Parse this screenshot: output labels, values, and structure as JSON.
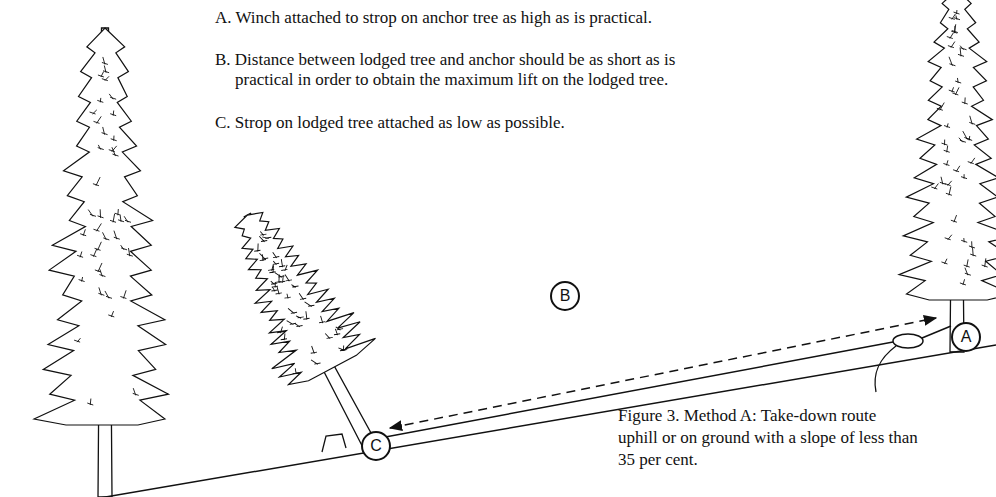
{
  "diagram": {
    "caption": "Figure 3. Method A: Take-down route uphill or on ground with a slope of less than 35 per cent.",
    "nodes": [
      {
        "text": [
          "A"
        ]
      },
      {
        "text": [
          "B"
        ]
      },
      {
        "text": [
          "C"
        ]
      }
    ],
    "labels": [
      "A. Winch attached to strop on anchor tree as high as is practical.",
      "B. Distance between lodged tree and anchor should be as short as is practical in order to obtain the maximum lift on the lodged tree.",
      "C. Strop on lodged tree attached as low as possible."
    ]
  }
}
